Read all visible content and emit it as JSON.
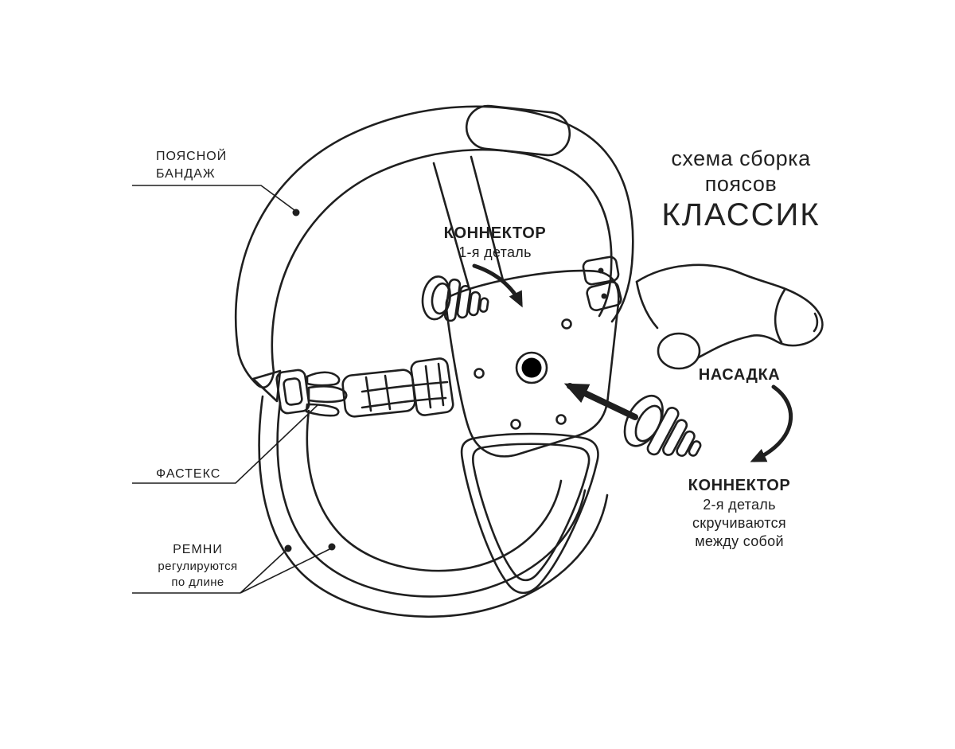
{
  "colors": {
    "ink": "#1f1f1f",
    "background": "#ffffff"
  },
  "title": {
    "line1": "схема сборка",
    "line2": "поясов",
    "line3": "КЛАССИК"
  },
  "labels": {
    "waist_band": {
      "line1": "ПОЯСНОЙ",
      "line2": "БАНДАЖ"
    },
    "connector_1": {
      "title": "КОННЕКТОР",
      "subtitle": "1-я деталь"
    },
    "attachment": {
      "title": "НАСАДКА"
    },
    "fastex": {
      "title": "ФАСТЕКС"
    },
    "straps": {
      "line1": "РЕМНИ",
      "line2": "регулируются",
      "line3": "по длине"
    },
    "connector_2": {
      "title": "КОННЕКТОР",
      "line2": "2-я деталь",
      "line3": "скручиваются",
      "line4": "между собой"
    }
  }
}
